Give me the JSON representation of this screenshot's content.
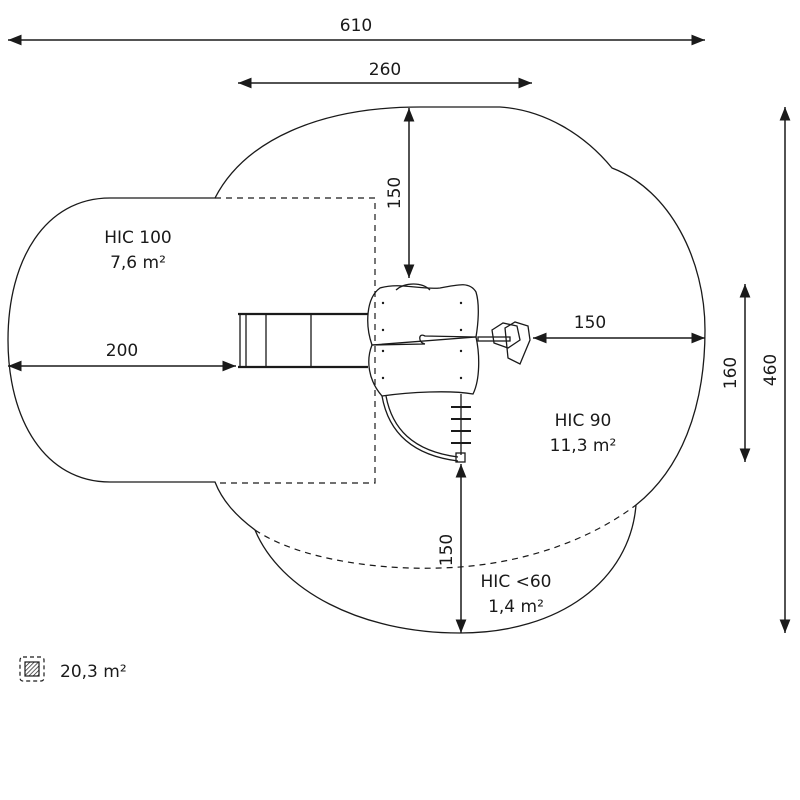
{
  "dimensions": {
    "total_width": "610",
    "top_width": "260",
    "top_clearance": "150",
    "left_clearance": "200",
    "right_clearance": "150",
    "right_height": "160",
    "total_height": "460",
    "bottom_clearance": "150"
  },
  "zones": [
    {
      "hic": "HIC 100",
      "area": "7,6 m²"
    },
    {
      "hic": "HIC 90",
      "area": "11,3 m²"
    },
    {
      "hic": "HIC <60",
      "area": "1,4 m²"
    }
  ],
  "legend": {
    "icon": "hatched-area-icon",
    "total_area": "20,3 m²"
  }
}
